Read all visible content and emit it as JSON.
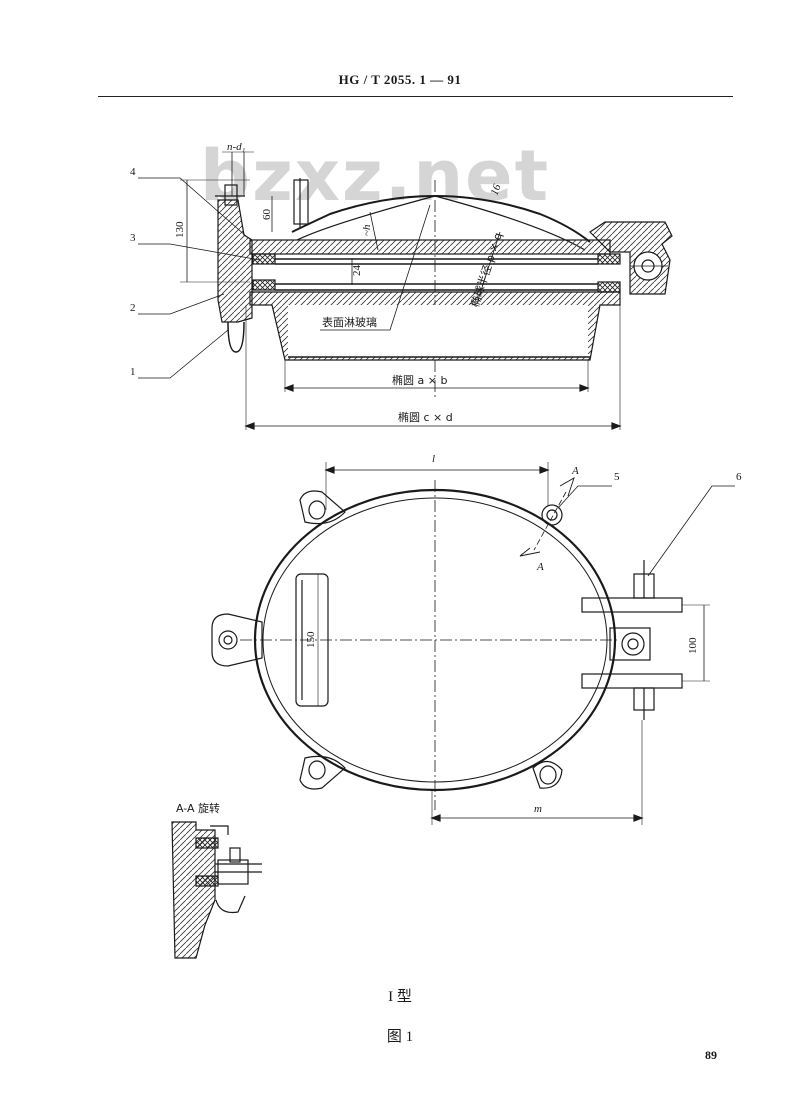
{
  "header": {
    "standard_code": "HG / T  2055. 1 — 91"
  },
  "watermark": "bzxz.net",
  "section_drawing": {
    "part_numbers": [
      "1",
      "2",
      "3",
      "4"
    ],
    "dimensions": {
      "bolt_spec": "n-d₁",
      "height_130": "130",
      "height_60": "60",
      "thickness_24": "24",
      "thickness_16": "16",
      "h": "~h"
    },
    "labels": {
      "surface_glass": "表面淋玻璃",
      "ellipse_radius": "椭球半径 p × q",
      "ellipse_ab": "椭圆 a × b",
      "ellipse_cd": "椭圆 c × d"
    }
  },
  "plan_drawing": {
    "part_numbers": [
      "5",
      "6"
    ],
    "dimensions": {
      "l": "l",
      "m": "m",
      "d150": "150",
      "d100": "100"
    },
    "section_marks": [
      "A",
      "A"
    ]
  },
  "detail": {
    "title": "A-A 旋转"
  },
  "captions": {
    "type": "I 型",
    "figure": "图   1"
  },
  "page_number": "89"
}
